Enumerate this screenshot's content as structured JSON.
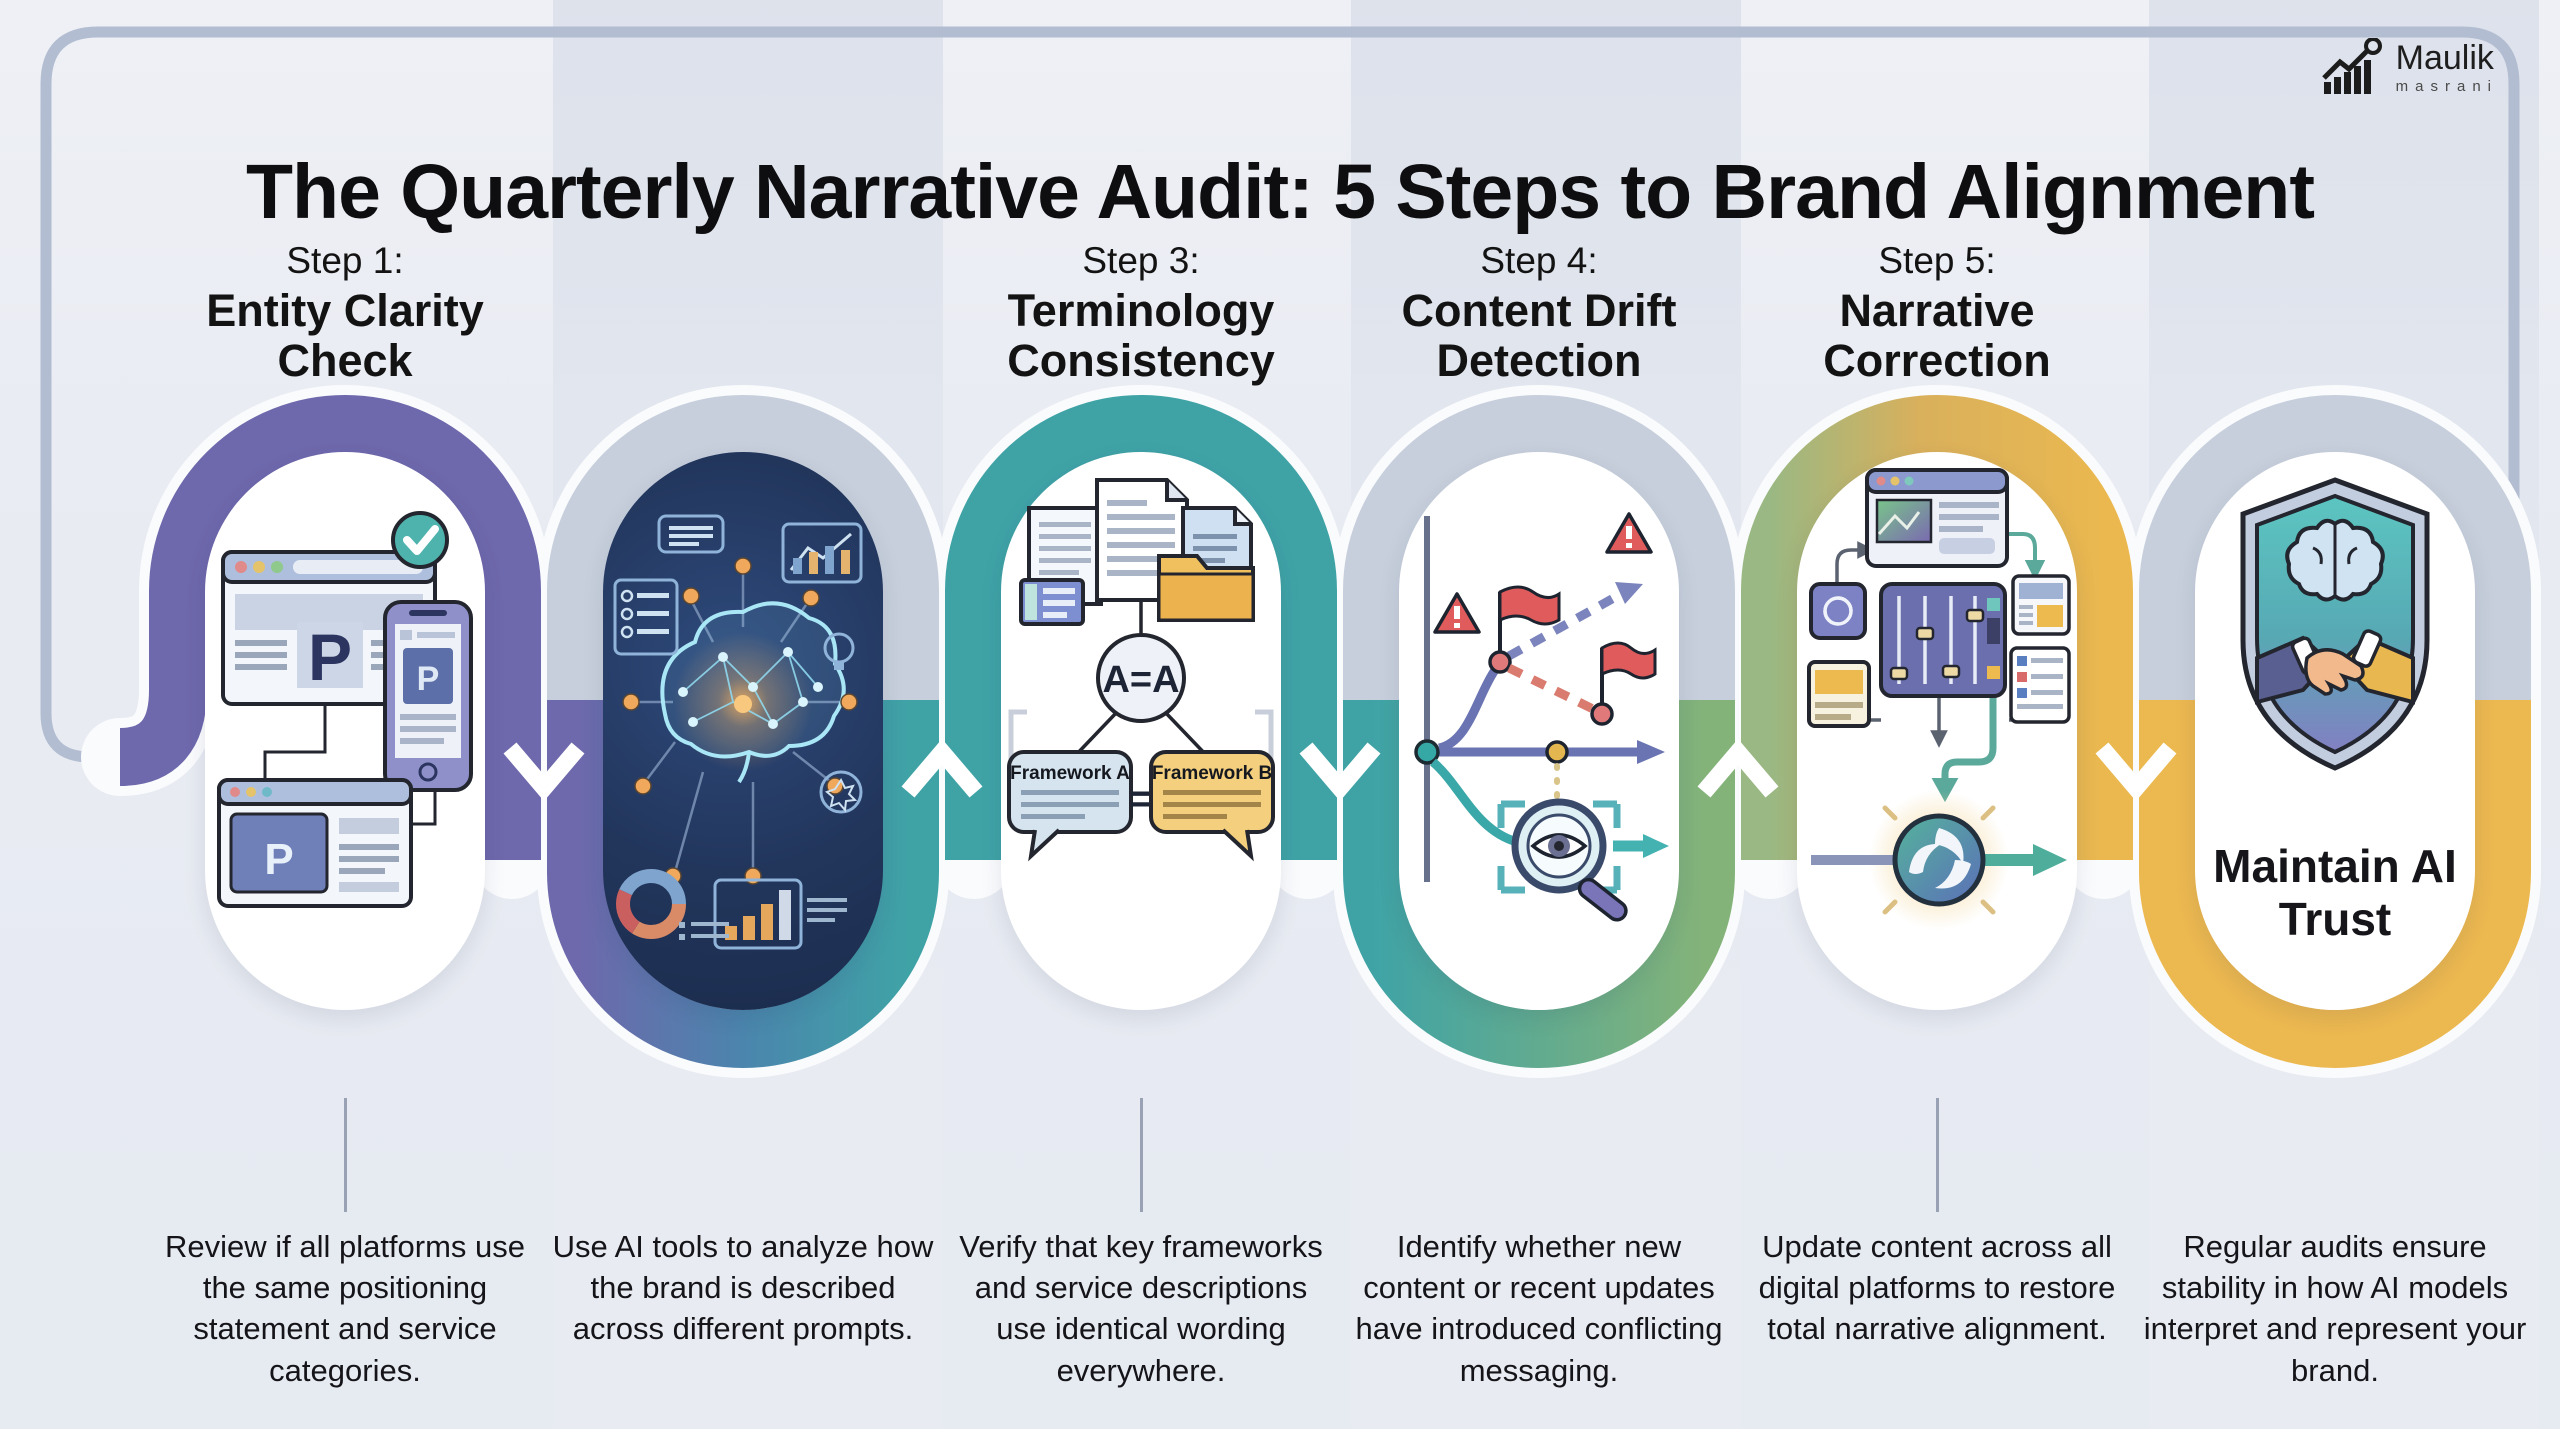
{
  "header": {
    "title": "The Quarterly Narrative Audit: 5 Steps to Brand Alignment",
    "logo": {
      "name": "Maulik",
      "tagline": "masrani",
      "icon": "growth-chart-magnifier-icon"
    }
  },
  "colors": {
    "band_purple": "#6E68AC",
    "band_teal": "#3FA3A6",
    "band_olive": "#84B379",
    "band_yellow": "#EAB84F",
    "band_silver": "#C7CFDC",
    "frame": "#B2BDD1",
    "dark_panel_navy": "#22365C",
    "background": "#E9ECF2",
    "check_green": "#4FB3AD",
    "alert_red": "#D96A6A",
    "folder_yellow": "#F0C05F"
  },
  "platform_logo_letter": "P",
  "steps": [
    {
      "label": "Step 1:",
      "title": "Entity Clarity Check",
      "caption": "Review if all platforms use the same positioning statement and service categories.",
      "illustration": "brand-platforms-check"
    },
    {
      "label": "",
      "title": "",
      "caption": "Use AI tools to analyze how the brand is described across different prompts.",
      "illustration": "ai-brain-analysis"
    },
    {
      "label": "Step 3:",
      "title": "Terminology Consistency",
      "caption": "Verify that key frameworks and service descriptions use identical wording everywhere.",
      "illustration": "framework-equivalence",
      "equation": "A=A",
      "bubble_a": "Framework A",
      "bubble_b": "Framework B",
      "equals_sign": "="
    },
    {
      "label": "Step 4:",
      "title": "Content Drift Detection",
      "caption": "Identify whether new content or recent updates have introduced conflicting messaging.",
      "illustration": "drift-chart"
    },
    {
      "label": "Step 5:",
      "title": "Narrative Correction",
      "caption": "Update content across all digital platforms to restore total narrative alignment.",
      "illustration": "content-sync"
    },
    {
      "label": "",
      "title": "",
      "caption": "Regular audits ensure stability in how AI models interpret and represent your brand.",
      "badge": "Maintain AI Trust",
      "illustration": "ai-trust-shield"
    }
  ]
}
